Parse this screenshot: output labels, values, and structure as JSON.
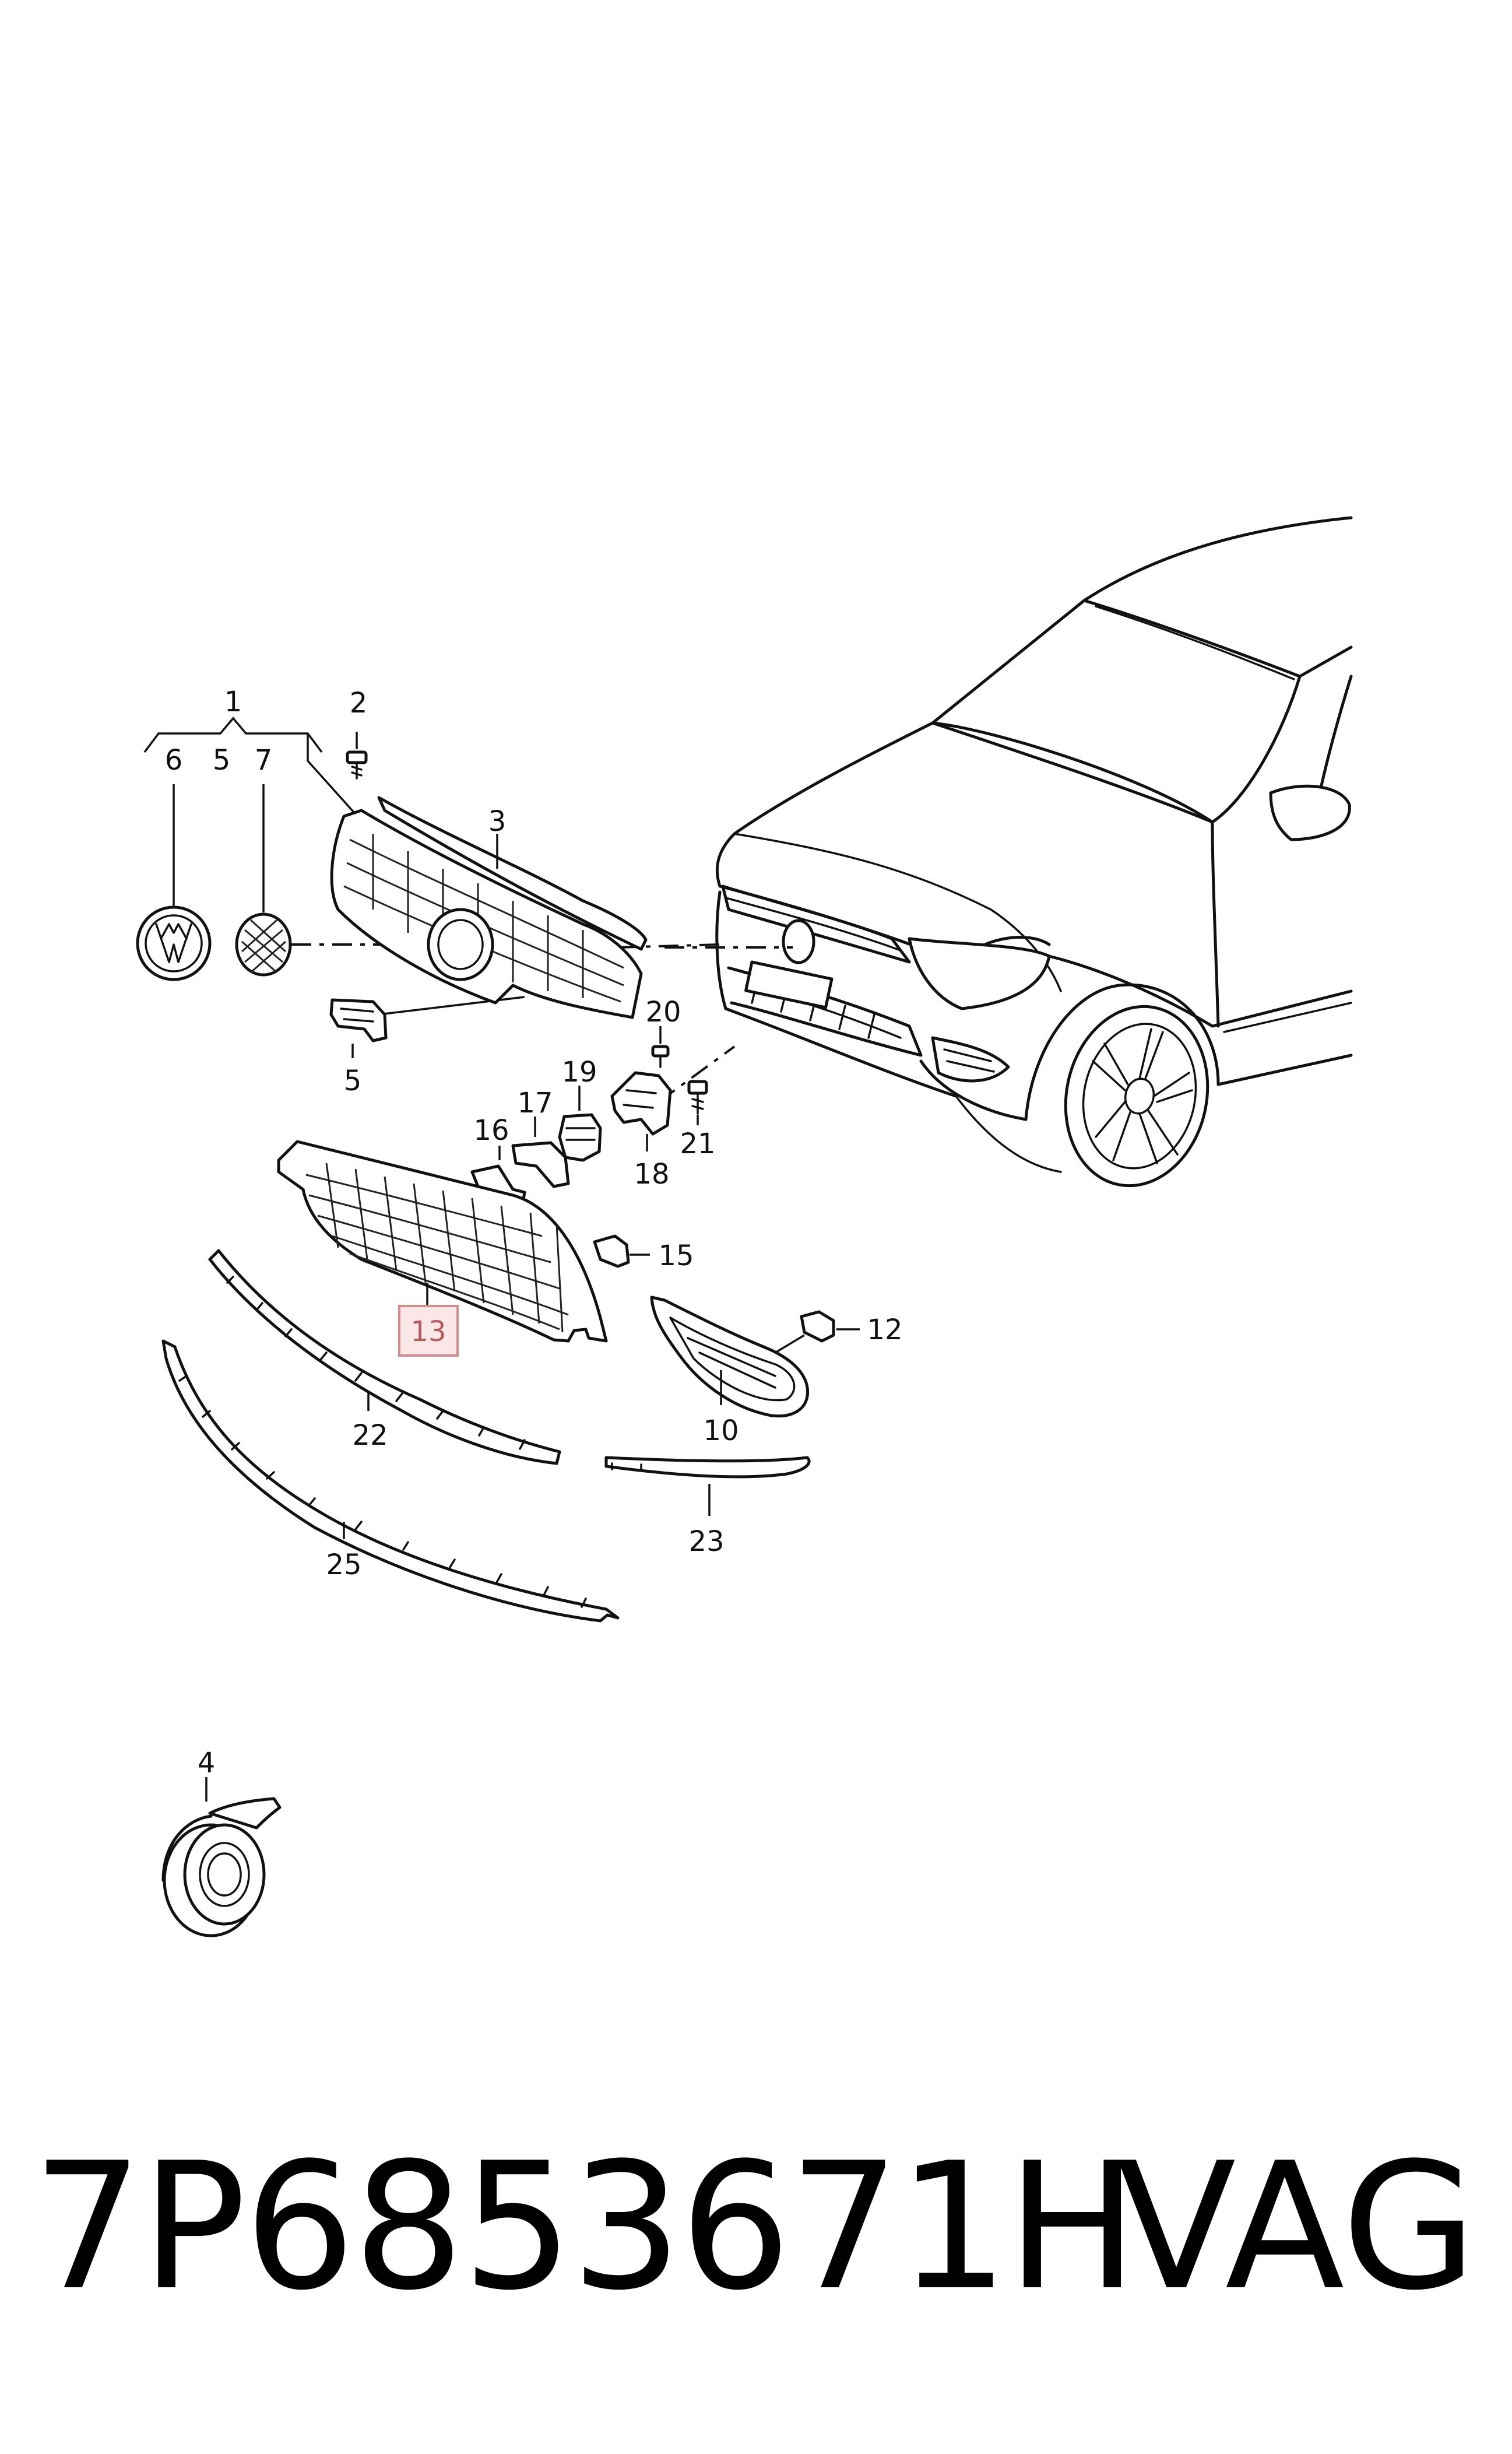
{
  "callouts": {
    "c1": "1",
    "c2": "2",
    "c3": "3",
    "c4": "4",
    "c5a": "5",
    "c5b": "5",
    "c6": "6",
    "c7": "7",
    "c10": "10",
    "c12": "12",
    "c13": "13",
    "c15": "15",
    "c16": "16",
    "c17": "17",
    "c18": "18",
    "c19": "19",
    "c20": "20",
    "c21": "21",
    "c22": "22",
    "c23": "23",
    "c25": "25"
  },
  "highlighted_part": "13",
  "footer": {
    "part_number": "7P6853671H",
    "brand": "VAG"
  },
  "colors": {
    "highlight_fill": "#fbe7e7",
    "highlight_stroke": "#d98a8a",
    "line": "#111111"
  }
}
